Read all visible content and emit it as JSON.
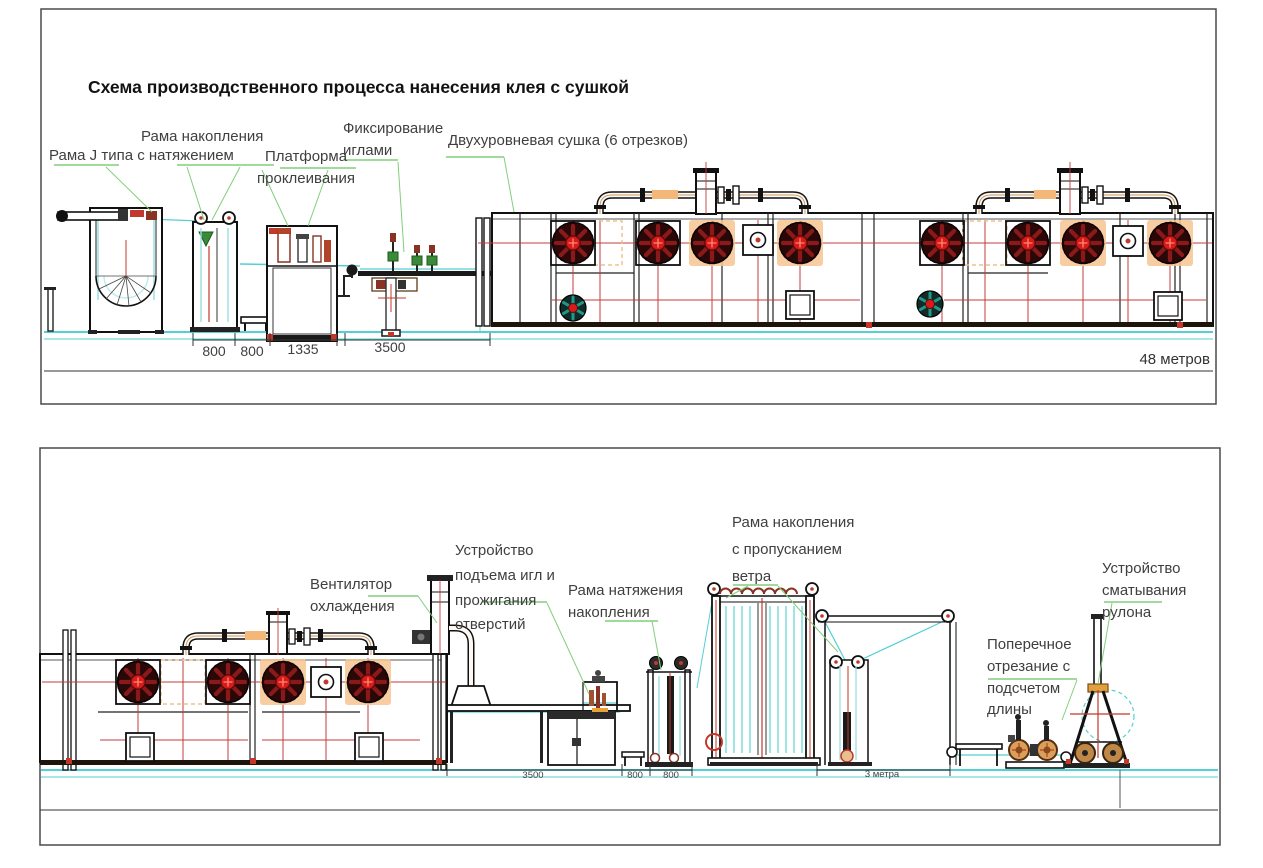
{
  "title": "Схема производственного процесса нанесения клея с сушкой",
  "panel_top": {
    "labels": {
      "j_frame": "Рама J типа с натяжением",
      "accum_frame": "Рама накопления",
      "glue_platform": "Платформа\nпроклеивания",
      "needle_fix": "Фиксирование\nиглами",
      "dryer": "Двухуровневая сушка (6 отрезков)"
    },
    "dims": {
      "d800a": "800",
      "d800b": "800",
      "d1335": "1335",
      "d3500": "3500",
      "total": "48 метров"
    }
  },
  "panel_bottom": {
    "labels": {
      "cooling_fan": "Вентилятор\nохлаждения",
      "needle_lift": "Устройство\nподъема игл и\nпрожигания\nотверстий",
      "tension_frame": "Рама натяжения\nнакопления",
      "wind_frame": "Рама накопления\nс пропусканием\nветра",
      "cross_cut": "Поперечное\nотрезание с\nподсчетом\nдлины",
      "winder": "Устройство\nсматывания\nрулона"
    },
    "dims": {
      "d3500": "3500",
      "d800a": "800",
      "d800b": "800",
      "d3m": "3 метра"
    }
  },
  "colors": {
    "outline": "#1a1a1a",
    "detail_red": "#c0392b",
    "fan_dark": "#2a0808",
    "fan_bright": "#d81a1a",
    "web_cyan": "#54cfd4",
    "annotation_green": "#82ce7c",
    "pipe_orange": "#f3b879",
    "glow_orange": "#f6c491",
    "label_text": "#3f3f3f"
  }
}
